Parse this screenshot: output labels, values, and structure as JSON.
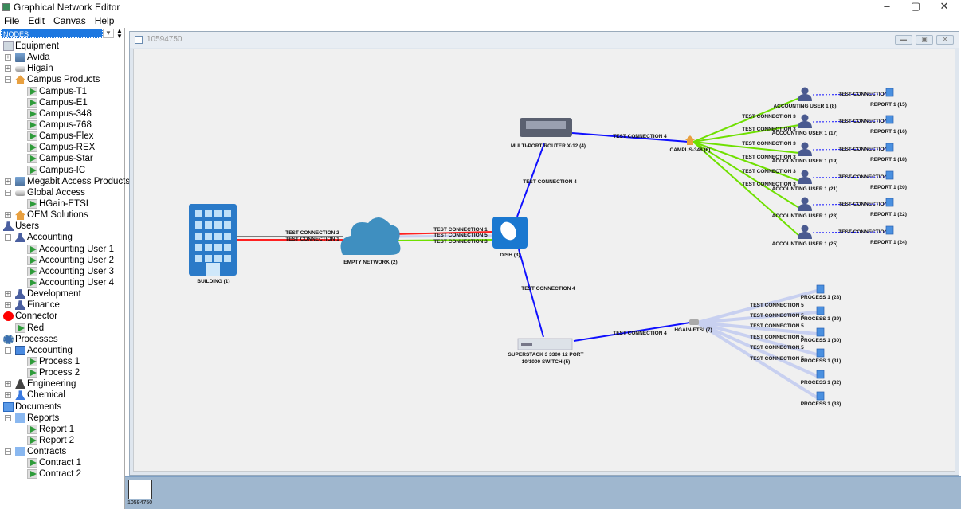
{
  "app": {
    "title": "Graphical Network Editor",
    "minimize": "–",
    "maximize": "▢",
    "close": "✕"
  },
  "menu": [
    "File",
    "Edit",
    "Canvas",
    "Help"
  ],
  "sidebar": {
    "selector": "NODES",
    "tree": [
      {
        "label": "Equipment",
        "level": 0,
        "icon": "equipment-icon",
        "exp": ""
      },
      {
        "label": "Avida",
        "level": 1,
        "icon": "computer-icon",
        "exp": "+"
      },
      {
        "label": "Higain",
        "level": 1,
        "icon": "device-icon",
        "exp": "+"
      },
      {
        "label": "Campus Products",
        "level": 1,
        "icon": "house-icon",
        "exp": "-"
      },
      {
        "label": "Campus-T1",
        "level": 2,
        "icon": "leaf"
      },
      {
        "label": "Campus-E1",
        "level": 2,
        "icon": "leaf"
      },
      {
        "label": "Campus-348",
        "level": 2,
        "icon": "leaf"
      },
      {
        "label": "Campus-768",
        "level": 2,
        "icon": "leaf"
      },
      {
        "label": "Campus-Flex",
        "level": 2,
        "icon": "leaf"
      },
      {
        "label": "Campus-REX",
        "level": 2,
        "icon": "leaf"
      },
      {
        "label": "Campus-Star",
        "level": 2,
        "icon": "leaf"
      },
      {
        "label": "Campus-IC",
        "level": 2,
        "icon": "leaf"
      },
      {
        "label": "Megabit Access Products",
        "level": 1,
        "icon": "computer-icon",
        "exp": "+"
      },
      {
        "label": "Global Access",
        "level": 1,
        "icon": "device-icon",
        "exp": "-"
      },
      {
        "label": "HGain-ETSI",
        "level": 2,
        "icon": "leaf"
      },
      {
        "label": "OEM Solutions",
        "level": 1,
        "icon": "house-icon",
        "exp": "+"
      },
      {
        "label": "Users",
        "level": 0,
        "icon": "user-icon",
        "exp": ""
      },
      {
        "label": "Accounting",
        "level": 1,
        "icon": "user-icon",
        "exp": "-"
      },
      {
        "label": "Accounting User 1",
        "level": 2,
        "icon": "leaf"
      },
      {
        "label": "Accounting User 2",
        "level": 2,
        "icon": "leaf"
      },
      {
        "label": "Accounting User 3",
        "level": 2,
        "icon": "leaf"
      },
      {
        "label": "Accounting User 4",
        "level": 2,
        "icon": "leaf"
      },
      {
        "label": "Development",
        "level": 1,
        "icon": "user-icon",
        "exp": "+"
      },
      {
        "label": "Finance",
        "level": 1,
        "icon": "user-icon",
        "exp": "+"
      },
      {
        "label": "Connector",
        "level": 0,
        "icon": "red-dot-icon",
        "exp": ""
      },
      {
        "label": "Red",
        "level": 1,
        "icon": "leaf"
      },
      {
        "label": "Processes",
        "level": 0,
        "icon": "gear-icon",
        "exp": ""
      },
      {
        "label": "Accounting",
        "level": 1,
        "icon": "calculator-icon",
        "exp": "-"
      },
      {
        "label": "Process 1",
        "level": 2,
        "icon": "leaf"
      },
      {
        "label": "Process 2",
        "level": 2,
        "icon": "leaf"
      },
      {
        "label": "Engineering",
        "level": 1,
        "icon": "engineering-icon",
        "exp": "+"
      },
      {
        "label": "Chemical",
        "level": 1,
        "icon": "flask-icon",
        "exp": "+"
      },
      {
        "label": "Documents",
        "level": 0,
        "icon": "document-icon",
        "exp": ""
      },
      {
        "label": "Reports",
        "level": 1,
        "icon": "folder-doc-icon",
        "exp": "-"
      },
      {
        "label": "Report 1",
        "level": 2,
        "icon": "leaf"
      },
      {
        "label": "Report 2",
        "level": 2,
        "icon": "leaf"
      },
      {
        "label": "Contracts",
        "level": 1,
        "icon": "folder-doc-icon",
        "exp": "-"
      },
      {
        "label": "Contract 1",
        "level": 2,
        "icon": "leaf"
      },
      {
        "label": "Contract 2",
        "level": 2,
        "icon": "leaf"
      }
    ]
  },
  "internal_window": {
    "title": "10594750",
    "thumbnail_label": "10594750"
  },
  "graph": {
    "nodes": [
      {
        "id": "building",
        "label": "BUILDING (1)",
        "icon": "building-icon"
      },
      {
        "id": "cloud",
        "label": "EMPTY NETWORK (2)",
        "icon": "cloud-icon"
      },
      {
        "id": "dish",
        "label": "DISH (3)",
        "icon": "satellite-dish-icon"
      },
      {
        "id": "router",
        "label": "MULTI-PORT ROUTER X-12 (4)",
        "icon": "router-icon"
      },
      {
        "id": "switch",
        "label": "SUPERSTACK 3 3300 12 PORT",
        "label2": "10/1000 SWITCH (5)",
        "icon": "switch-icon"
      },
      {
        "id": "campus",
        "label": "CAMPUS-348 (6)",
        "icon": "house-icon"
      },
      {
        "id": "hgain",
        "label": "HGAIN-ETSI (7)",
        "icon": "device-icon"
      }
    ],
    "users": [
      "ACCOUNTING USER 1 (8)",
      "ACCOUNTING USER 1 (17)",
      "ACCOUNTING USER 1 (19)",
      "ACCOUNTING USER 1 (21)",
      "ACCOUNTING USER 1 (23)",
      "ACCOUNTING USER 1 (25)"
    ],
    "reports": [
      "REPORT 1 (15)",
      "REPORT 1 (16)",
      "REPORT 1 (18)",
      "REPORT 1 (20)",
      "REPORT 1 (22)",
      "REPORT 1 (24)"
    ],
    "processes": [
      "PROCESS 1 (28)",
      "PROCESS 1 (29)",
      "PROCESS 1 (30)",
      "PROCESS 1 (31)",
      "PROCESS 1 (32)",
      "PROCESS 1 (33)"
    ],
    "edge_labels": {
      "building_cloud": [
        "TEST CONNECTION 2",
        "TEST CONNECTION 1"
      ],
      "cloud_dish": [
        "TEST CONNECTION 1",
        "TEST CONNECTION 5",
        "TEST CONNECTION 3"
      ],
      "dish_router": "TEST CONNECTION 4",
      "dish_switch": "TEST CONNECTION 4",
      "router_campus": "TEST CONNECTION 4",
      "switch_hgain": "TEST CONNECTION 4",
      "campus_users": "TEST CONNECTION 3",
      "user_report": "TEST-CONNECTION 6",
      "hgain_processes": "TEST CONNECTION 5"
    },
    "colors": {
      "red": "#ff2020",
      "green": "#6fe000",
      "blue": "#1010ff",
      "lavender": "#c8d0f0",
      "gray": "#555555"
    }
  }
}
